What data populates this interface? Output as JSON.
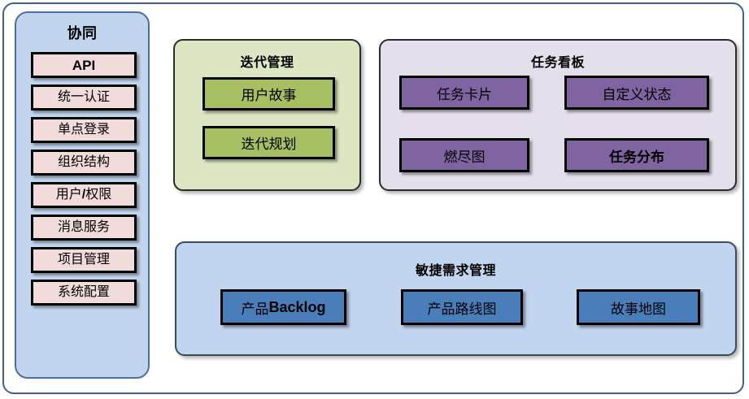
{
  "diagram": {
    "colors": {
      "outer_border": "#3f5f8f",
      "sidebar_fill": "#c2d5ee",
      "sidebar_item_fill": "#f2dcdb",
      "iteration_panel_fill": "#dce6c2",
      "iteration_box_fill": "#a5bf62",
      "taskboard_panel_fill": "#e5dfeb",
      "taskboard_box_fill": "#8064a2",
      "agile_panel_fill": "#c2d5ee",
      "agile_box_fill": "#4a7ebb",
      "box_border": "#000000",
      "canvas": "#ffffff"
    }
  },
  "sidebar": {
    "title": "协同",
    "items": [
      {
        "label": "API",
        "style": "bold"
      },
      {
        "label": "统一认证",
        "style": "serif"
      },
      {
        "label": "单点登录",
        "style": "serif"
      },
      {
        "label": "组织结构",
        "style": "serif"
      },
      {
        "label": "用户/权限",
        "style": "mixed",
        "prefix": "用户",
        "emphasis": "/",
        "suffix": "权限"
      },
      {
        "label": "消息服务",
        "style": "serif"
      },
      {
        "label": "项目管理",
        "style": "serif"
      },
      {
        "label": "系统配置",
        "style": "serif"
      }
    ]
  },
  "iteration_panel": {
    "title": "迭代管理",
    "boxes": [
      {
        "label": "用户故事"
      },
      {
        "label": "迭代规划"
      }
    ]
  },
  "taskboard_panel": {
    "title": "任务看板",
    "boxes": [
      {
        "label": "任务卡片",
        "style": "serif"
      },
      {
        "label": "自定义状态",
        "style": "serif"
      },
      {
        "label": "燃尽图",
        "style": "serif"
      },
      {
        "label": "任务分布",
        "style": "bold"
      }
    ]
  },
  "agile_panel": {
    "title": "敏捷需求管理",
    "boxes": [
      {
        "label": "产品Backlog",
        "style": "mixed",
        "prefix": "产品",
        "emphasis": "Backlog",
        "suffix": ""
      },
      {
        "label": "产品路线图",
        "style": "serif"
      },
      {
        "label": "故事地图",
        "style": "serif"
      }
    ]
  }
}
